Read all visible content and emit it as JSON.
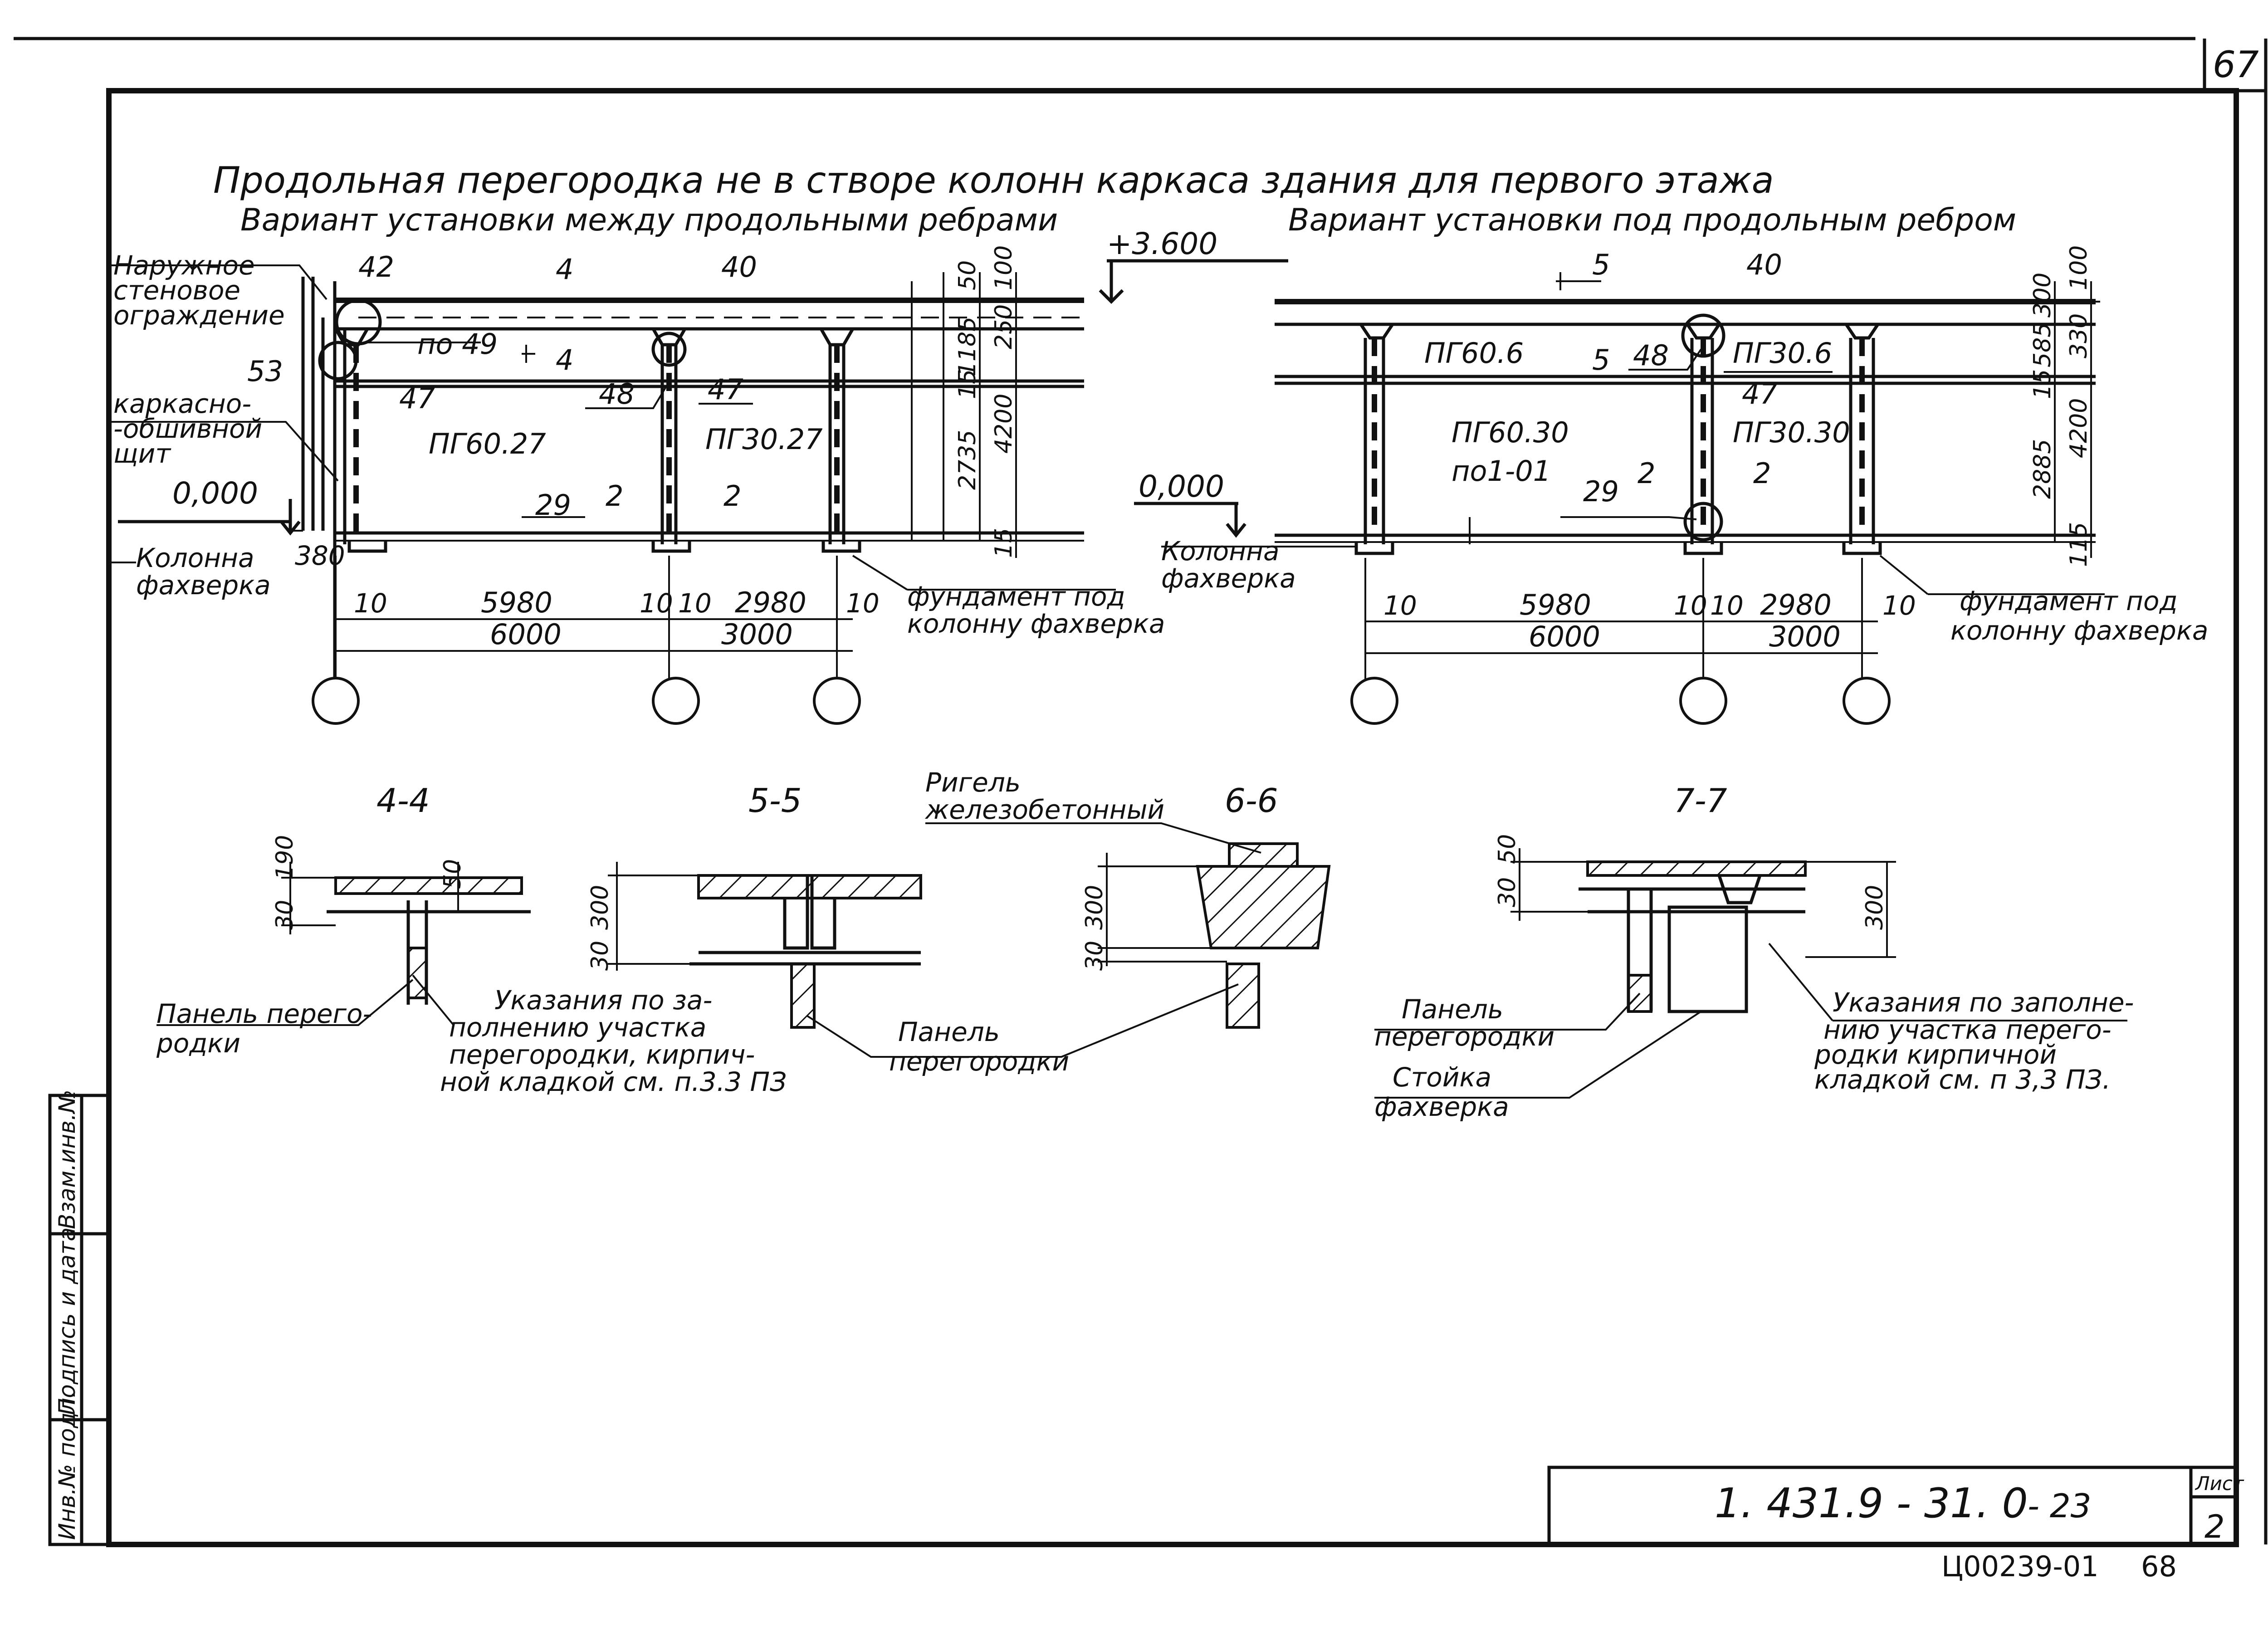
{
  "sheet": {
    "sheet_no": "67",
    "title_line1": "Продольная перегородка не в створе колонн каркаса здания для первого этажа",
    "designation": "1. 431.9 - 31. 0",
    "designation_suffix": "- 23",
    "list_label": "Лист",
    "list_no": "2",
    "archive_no": "Ц00239-01",
    "archive_page": "68",
    "stamp_cells": [
      "Инв.№ подл.",
      "Подпись и дата",
      "Взам.инв.№"
    ]
  },
  "left_view": {
    "subtitle": "Вариант установки между продольными ребрами",
    "elevation_top": "+3.600",
    "elevation_zero": "0,000",
    "labels": {
      "outer_wall": [
        "Наружное",
        "стеновое",
        "ограждение"
      ],
      "frame_panel": [
        "каркасно-",
        "-обшивной",
        "щит"
      ],
      "column": [
        "Колонна",
        "фахверка"
      ],
      "foundation": [
        "фундамент под",
        "колонну фахверка"
      ],
      "n42": "42",
      "n40": "40",
      "n53": "53",
      "n4a": "4",
      "n4b": "4",
      "po49": "по 49",
      "n47a": "47",
      "n47b": "47",
      "n48": "48",
      "n29": "29",
      "n2a": "2",
      "n2b": "2",
      "pg1": "ПГ60.27",
      "pg2": "ПГ30.27",
      "d380": "380",
      "d10a": "10",
      "d5980": "5980",
      "d10b": "10",
      "d10c": "10",
      "d2980": "2980",
      "d10d": "10",
      "d6000": "6000",
      "d3000": "3000",
      "v50": "50",
      "v100": "100",
      "v250": "250",
      "v1185": "1185",
      "v15a": "15",
      "v2735": "2735",
      "v4200": "4200",
      "v15b": "15"
    }
  },
  "right_view": {
    "subtitle": "Вариант установки под продольным ребром",
    "elevation_zero": "0,000",
    "labels": {
      "column": [
        "Колонна",
        "фахверка"
      ],
      "foundation": [
        "фундамент под",
        "колонну фахверка"
      ],
      "n5a": "5",
      "n5b": "5",
      "n40": "40",
      "n48": "48",
      "n47": "47",
      "n29": "29",
      "n2a": "2",
      "n2b": "2",
      "pg1": "ПГ60.6",
      "pg2": "ПГ30.6",
      "pg3": "ПГ60.30",
      "pg4": "ПГ30.30",
      "po": "по1-01",
      "d10a": "10",
      "d5980": "5980",
      "d10b": "10",
      "d10c": "10",
      "d2980": "2980",
      "d10d": "10",
      "d6000": "6000",
      "d3000": "3000",
      "v300": "300",
      "v100": "100",
      "v330": "330",
      "v585": "585",
      "v15a": "15",
      "v2885": "2885",
      "v4200": "4200",
      "v115": "115"
    }
  },
  "sections": {
    "s44": {
      "title": "4-4",
      "dims": [
        "190",
        "50",
        "30"
      ],
      "panel": [
        "Панель перего-",
        "родки"
      ]
    },
    "s55": {
      "title": "5-5",
      "dims": [
        "300",
        "30"
      ],
      "note": [
        "Указания по за-",
        "полнению участка",
        "перегородки, кирпич-",
        "ной кладкой см. п.3.3 ПЗ"
      ]
    },
    "s66": {
      "title": "6-6",
      "dims": [
        "300",
        "30"
      ],
      "rigel": [
        "Ригель",
        "железобетонный"
      ],
      "panel": [
        "Панель",
        "перегородки"
      ]
    },
    "s77": {
      "title": "7-7",
      "dims": [
        "50",
        "30",
        "300"
      ],
      "panel": [
        "Панель",
        "перегородки"
      ],
      "post": [
        "Стойка",
        "фахверка"
      ],
      "note": [
        "Указания по заполне-",
        "нию участка перего-",
        "родки кирпичной",
        "кладкой см. п 3,3 ПЗ."
      ]
    }
  }
}
